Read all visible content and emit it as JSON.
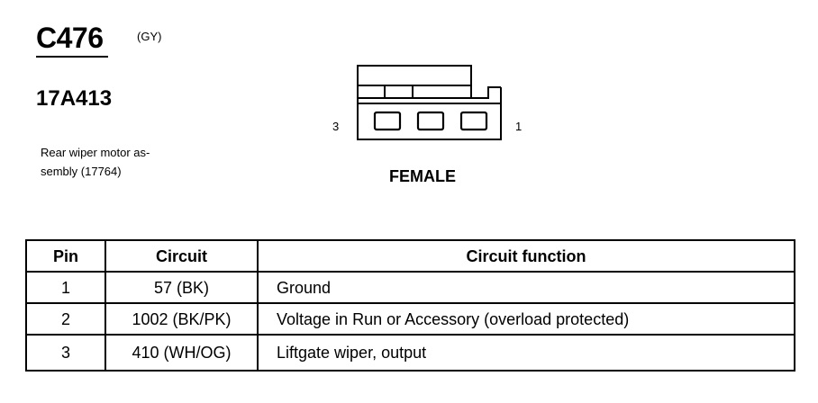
{
  "header": {
    "connector_id": "C476",
    "color_code": "(GY)",
    "part_number": "17A413",
    "description_lines": [
      "Rear wiper motor as-",
      "sembly (17764)"
    ]
  },
  "connector_view": {
    "pin_left_label": "3",
    "pin_right_label": "1",
    "gender": "FEMALE",
    "cavity_count": 3
  },
  "pinout_table": {
    "headers": [
      "Pin",
      "Circuit",
      "Circuit function"
    ],
    "rows": [
      {
        "pin": "1",
        "circuit": "57 (BK)",
        "function": "Ground"
      },
      {
        "pin": "2",
        "circuit": "1002 (BK/PK)",
        "function": "Voltage in Run or Accessory (overload protected)"
      },
      {
        "pin": "3",
        "circuit": "410 (WH/OG)",
        "function": "Liftgate wiper, output"
      }
    ]
  }
}
